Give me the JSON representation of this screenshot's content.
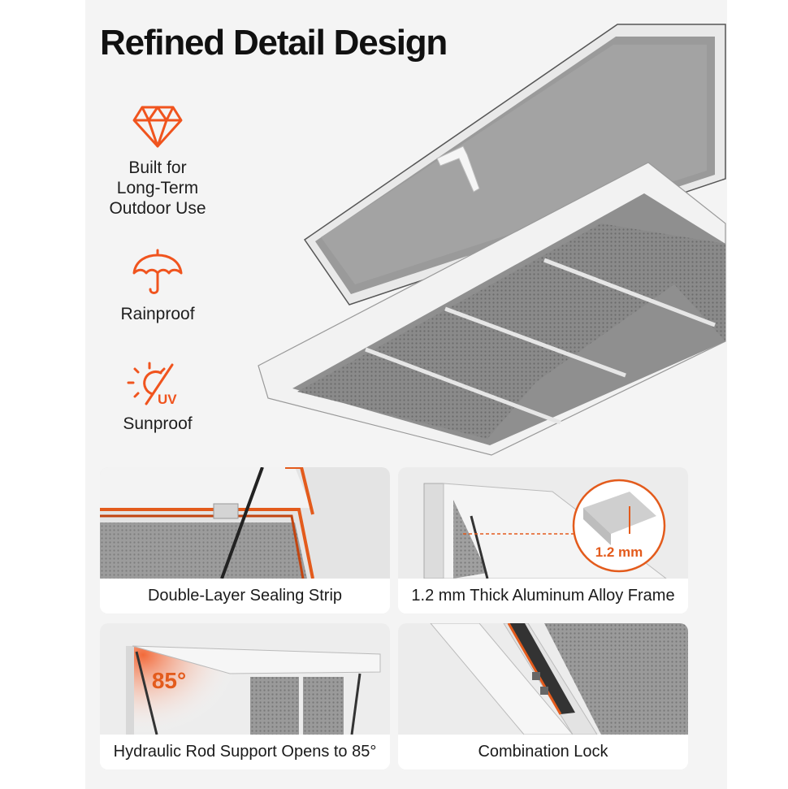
{
  "title": "Refined Detail Design",
  "features": [
    {
      "icon": "diamond-icon",
      "label": "Built for\nLong-Term\nOutdoor Use"
    },
    {
      "icon": "umbrella-icon",
      "label": "Rainproof"
    },
    {
      "icon": "sun-uv-icon",
      "label": "Sunproof",
      "icon_text": "UV"
    }
  ],
  "details": [
    {
      "caption": "Double-Layer Sealing Strip"
    },
    {
      "caption": "1.2 mm Thick Aluminum Alloy Frame",
      "callout": "1.2 mm"
    },
    {
      "caption": "Hydraulic Rod Support Opens to 85°",
      "callout": "85°"
    },
    {
      "caption": "Combination Lock"
    }
  ],
  "colors": {
    "accent": "#f0541e",
    "text": "#111111",
    "panel": "#f4f4f4"
  }
}
